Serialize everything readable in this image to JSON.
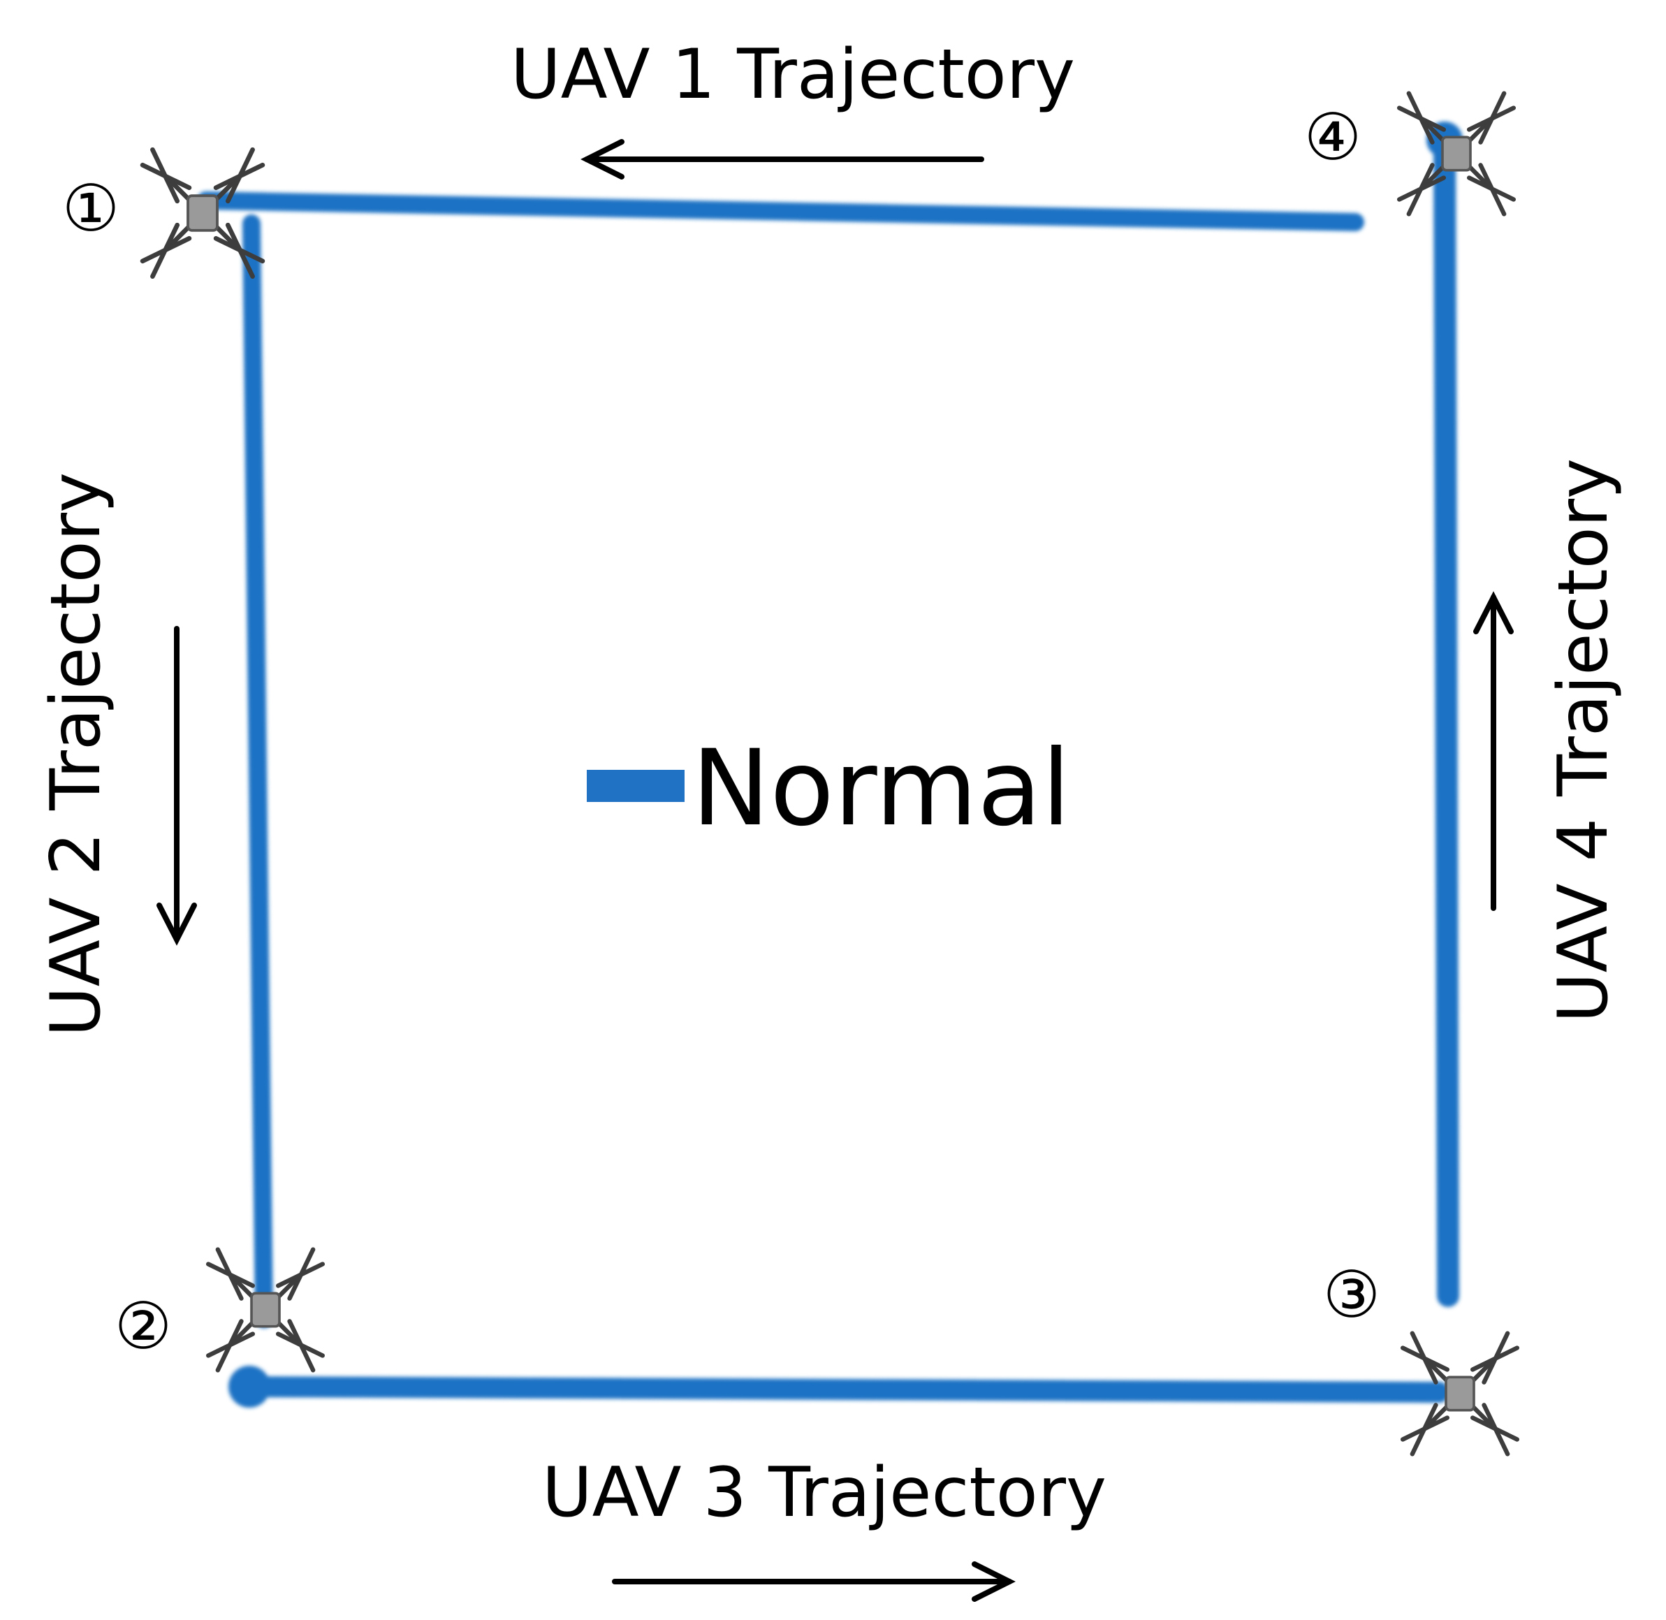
{
  "trajectories": {
    "uav1": "UAV 1 Trajectory",
    "uav2": "UAV 2 Trajectory",
    "uav3": "UAV 3 Trajectory",
    "uav4": "UAV 4 Trajectory"
  },
  "waypoints": {
    "p1": "①",
    "p2": "②",
    "p3": "③",
    "p4": "④"
  },
  "legend": {
    "normal_label": "Normal"
  },
  "colors": {
    "path": "#1f72c4",
    "arrow": "#000000",
    "text": "#000000",
    "drone": "#444444"
  },
  "icons": {
    "drone": "quadcopter-drone-icon",
    "arrow": "direction-arrow"
  }
}
